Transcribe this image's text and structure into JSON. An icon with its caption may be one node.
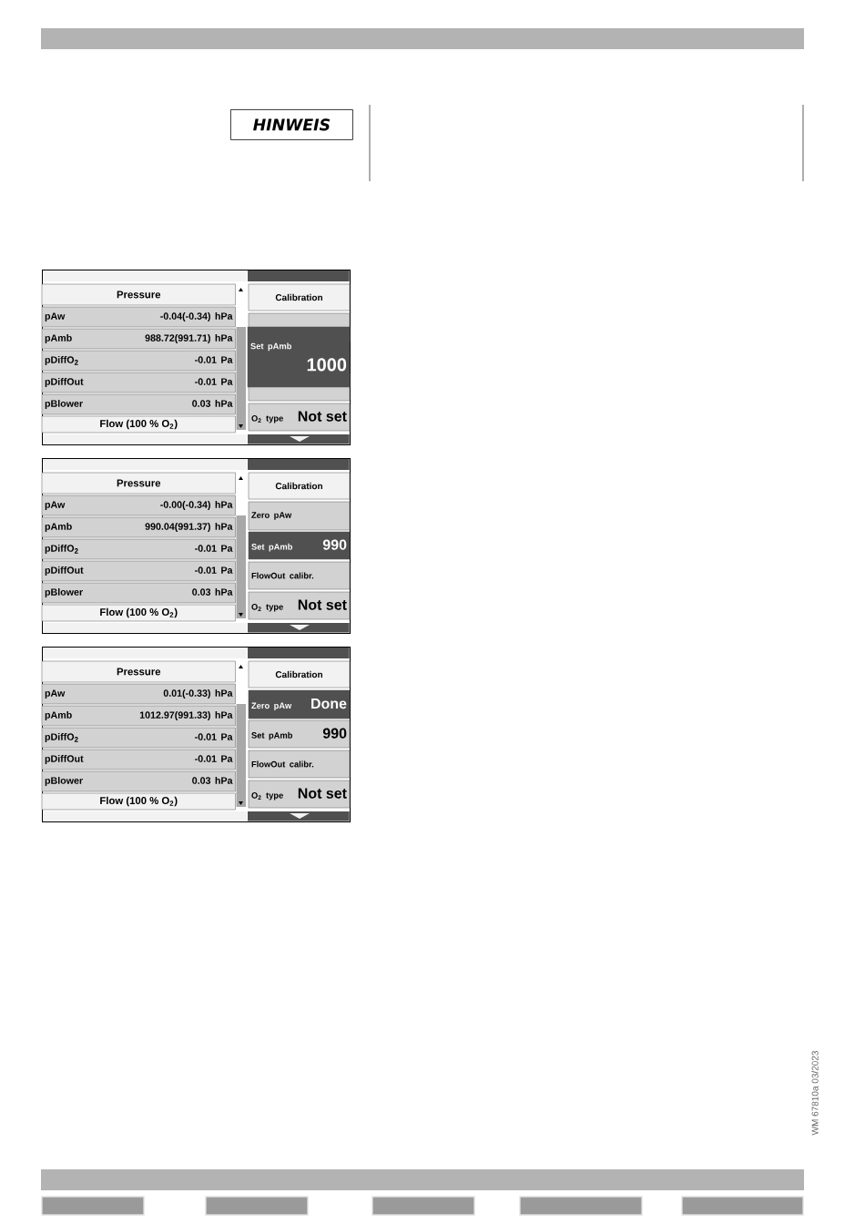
{
  "diagram": {
    "nodes": [
      {
        "text": [
          "HINWEIS"
        ]
      },
      {
        "text": [],
        "shape": "box"
      },
      {
        "text": [
          "Pressure"
        ],
        "in": 1
      },
      {
        "text": [
          "pAw",
          "-0.04(-0.34) hPa"
        ],
        "in": 1
      },
      {
        "text": [
          "pAmb",
          "988.72(991.71) hPa"
        ],
        "in": 1
      },
      {
        "text": [
          "pDiffO$_{2}$",
          "-0.01 Pa"
        ],
        "in": 1
      },
      {
        "text": [
          "pDiffOut",
          "-0.01 Pa"
        ],
        "in": 1
      },
      {
        "text": [
          "pBlower",
          "0.03 hPa"
        ],
        "in": 1
      },
      {
        "text": [
          "Flow (100 % O$_{2}$)"
        ],
        "in": 1
      },
      {
        "text": [
          "Calibration"
        ],
        "in": 1
      },
      {
        "text": [],
        "shape": "box",
        "in": 1
      },
      {
        "text": [
          "Set pAmb",
          "1000"
        ],
        "in": 1
      },
      {
        "text": [],
        "shape": "box",
        "in": 1
      },
      {
        "text": [
          "O$_{2}$ type",
          "Not set"
        ],
        "in": 1
      },
      {
        "text": [],
        "shape": "box"
      },
      {
        "text": [
          "Pressure"
        ],
        "in": 14
      },
      {
        "text": [
          "pAw",
          "-0.00(-0.34) hPa"
        ],
        "in": 14
      },
      {
        "text": [
          "pAmb",
          "990.04(991.37) hPa"
        ],
        "in": 14
      },
      {
        "text": [
          "pDiffO$_{2}$",
          "-0.01 Pa"
        ],
        "in": 14
      },
      {
        "text": [
          "pDiffOut",
          "-0.01 Pa"
        ],
        "in": 14
      },
      {
        "text": [
          "pBlower",
          "0.03 hPa"
        ],
        "in": 14
      },
      {
        "text": [
          "Flow (100 % O$_{2}$)"
        ],
        "in": 14
      },
      {
        "text": [
          "Calibration"
        ],
        "in": 14
      },
      {
        "text": [
          "Zero pAw"
        ],
        "in": 14
      },
      {
        "text": [
          "Set pAmb",
          "990"
        ],
        "in": 14
      },
      {
        "text": [
          "FlowOut calibr."
        ],
        "in": 14
      },
      {
        "text": [
          "O$_{2}$ type",
          "Not set"
        ],
        "in": 14
      },
      {
        "text": [],
        "shape": "box"
      },
      {
        "text": [
          "Pressure"
        ],
        "in": 27
      },
      {
        "text": [
          "pAw",
          "0.01(-0.33) hPa"
        ],
        "in": 27
      },
      {
        "text": [
          "pAmb",
          "1012.97(991.33) hPa"
        ],
        "in": 27
      },
      {
        "text": [
          "pDiffO$_{2}$",
          "-0.01 Pa"
        ],
        "in": 27
      },
      {
        "text": [
          "pDiffOut",
          "-0.01 Pa"
        ],
        "in": 27
      },
      {
        "text": [
          "pBlower",
          "0.03 hPa"
        ],
        "in": 27
      },
      {
        "text": [
          "Flow (100 % O$_{2}$)"
        ],
        "in": 27
      },
      {
        "text": [
          "Calibration"
        ],
        "in": 27
      },
      {
        "text": [
          "Zero pAw",
          "Done"
        ],
        "in": 27
      },
      {
        "text": [
          "Set pAmb",
          "990"
        ],
        "in": 27
      },
      {
        "text": [
          "FlowOut calibr."
        ],
        "in": 27
      },
      {
        "text": [
          "O$_{2}$ type",
          "Not set"
        ],
        "in": 27
      }
    ],
    "labels": [
      "WM 67810a 03/2023"
    ]
  }
}
